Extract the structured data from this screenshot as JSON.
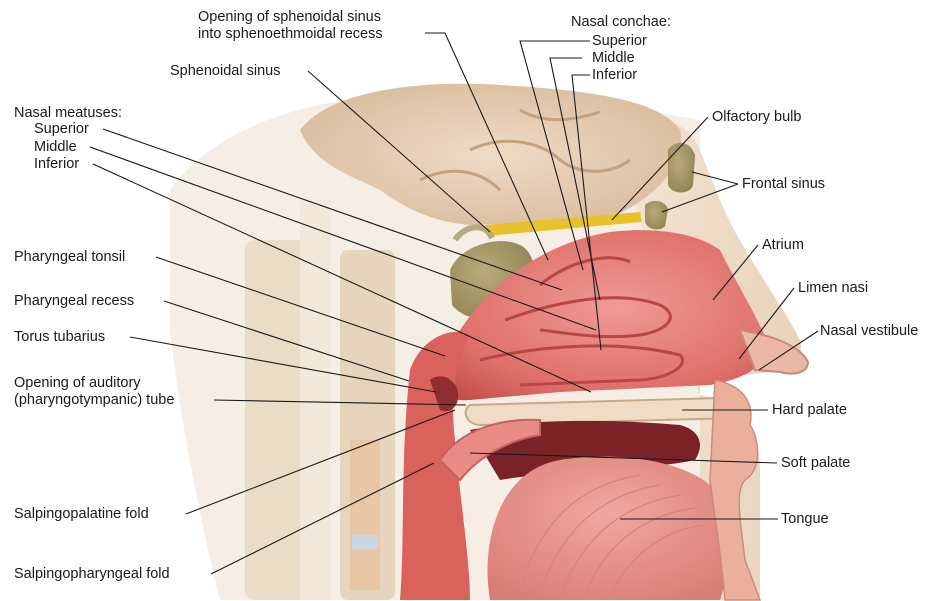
{
  "labels": {
    "sphenoid_opening_1": "Opening of sphenoidal sinus",
    "sphenoid_opening_2": "into sphenoethmoidal recess",
    "sphenoidal_sinus": "Sphenoidal sinus",
    "nasal_meatuses": "Nasal meatuses:",
    "meatus_superior": "Superior",
    "meatus_middle": "Middle",
    "meatus_inferior": "Inferior",
    "nasal_conchae": "Nasal conchae:",
    "concha_superior": "Superior",
    "concha_middle": "Middle",
    "concha_inferior": "Inferior",
    "olfactory_bulb": "Olfactory bulb",
    "frontal_sinus": "Frontal sinus",
    "atrium": "Atrium",
    "limen_nasi": "Limen nasi",
    "nasal_vestibule": "Nasal vestibule",
    "pharyngeal_tonsil": "Pharyngeal tonsil",
    "pharyngeal_recess": "Pharyngeal recess",
    "torus_tubarius": "Torus tubarius",
    "auditory_opening_1": "Opening of auditory",
    "auditory_opening_2": "(pharyngotympanic) tube",
    "hard_palate": "Hard palate",
    "soft_palate": "Soft palate",
    "tongue": "Tongue",
    "salpingopalatine_fold": "Salpingopalatine fold",
    "salpingopharyngeal_fold": "Salpingopharyngeal fold"
  }
}
